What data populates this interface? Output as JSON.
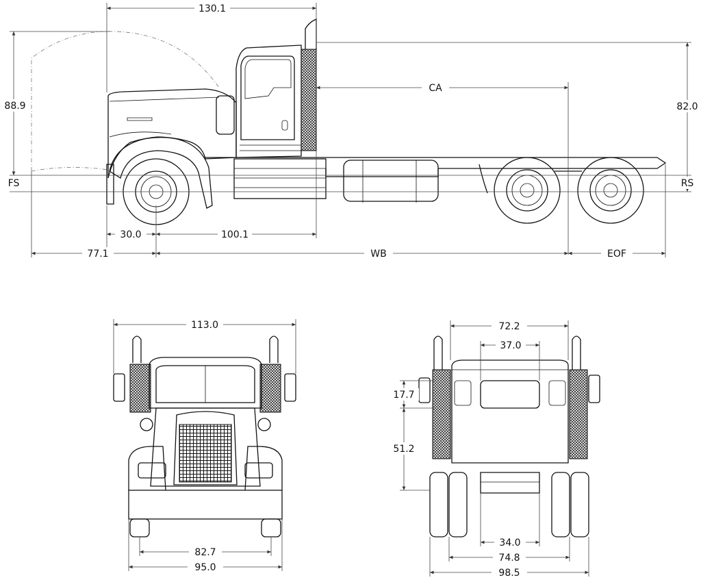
{
  "side_view": {
    "overall_cab_length": "130.1",
    "height_to_hood": "88.9",
    "height_to_exhaust": "82.0",
    "front_suspension_label": "FS",
    "rear_suspension_label": "RS",
    "cab_to_axle_label": "CA",
    "front_axle_offset": "30.0",
    "bumper_to_back_of_cab": "100.1",
    "front_overhang": "77.1",
    "wheelbase_label": "WB",
    "end_of_frame_label": "EOF"
  },
  "front_view": {
    "overall_width": "113.0",
    "track_width": "82.7",
    "bumper_width": "95.0"
  },
  "rear_view": {
    "cab_width": "72.2",
    "window_width": "37.0",
    "window_height": "17.7",
    "cab_back_height": "51.2",
    "frame_width": "34.0",
    "rear_track_width": "74.8",
    "rear_overall_width": "98.5"
  }
}
